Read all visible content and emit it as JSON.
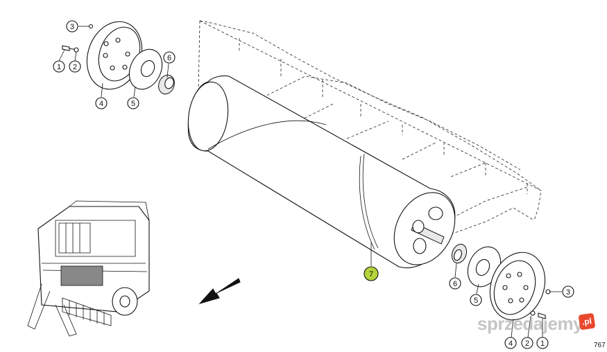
{
  "callouts": {
    "top_left": {
      "c3": "3",
      "c1": "1",
      "c2": "2",
      "c4": "4",
      "c5": "5",
      "c6": "6"
    },
    "main": {
      "c7": "7"
    },
    "bottom_right": {
      "c6": "6",
      "c5": "5",
      "c3": "3",
      "c4": "4",
      "c2": "2",
      "c1": "1"
    }
  },
  "colors": {
    "highlight_callout": "#b5d33a",
    "line": "#111111",
    "background": "#ffffff"
  },
  "watermark": {
    "text": "sprzedajemy",
    "badge": ".pl"
  },
  "reference_id": "767"
}
